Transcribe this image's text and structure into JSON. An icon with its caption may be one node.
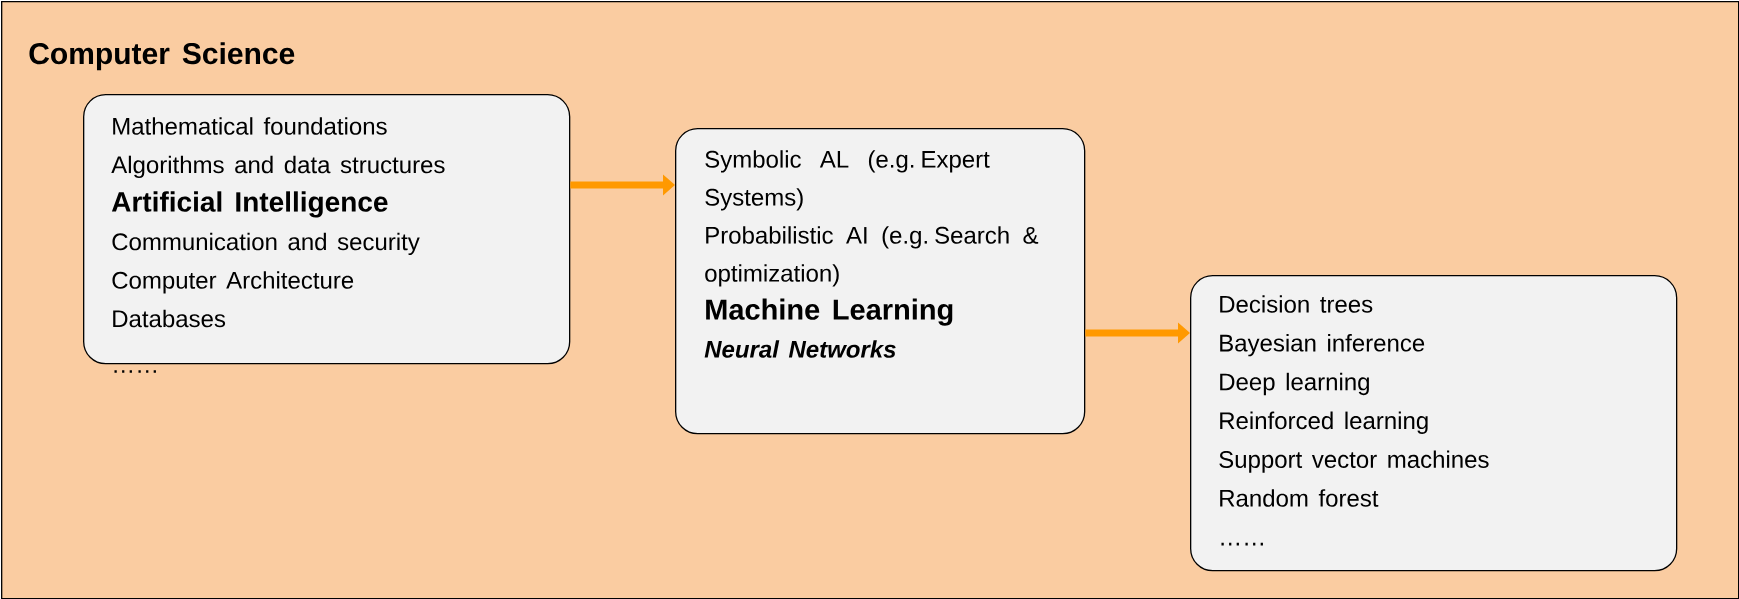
{
  "diagram": {
    "nodes": [
      {
        "text": [
          "Computer Science"
        ]
      },
      {
        "text": [
          "Mathematical foundations",
          "Algorithms and data structures",
          "Artificial Intelligence",
          "Communication and security",
          "Computer Architecture",
          "Databases"
        ],
        "beside": [
          "……"
        ],
        "in": 0
      },
      {
        "text": [
          "Symbolic AL (e.g. Expert Systems)",
          "Probabilistic AI (e.g. Search & optimization)",
          "Machine Learning",
          "Neural Networks"
        ],
        "in": 0
      },
      {
        "text": [
          "Decision trees",
          "Bayesian inference",
          "Deep learning",
          "Reinforced learning",
          "Support vector machines",
          "Random forest",
          "……"
        ],
        "in": 0
      }
    ],
    "edges": [
      {
        "from": 1,
        "to": 2,
        "arrow": "to"
      },
      {
        "from": 2,
        "to": 3,
        "arrow": "to"
      }
    ]
  }
}
